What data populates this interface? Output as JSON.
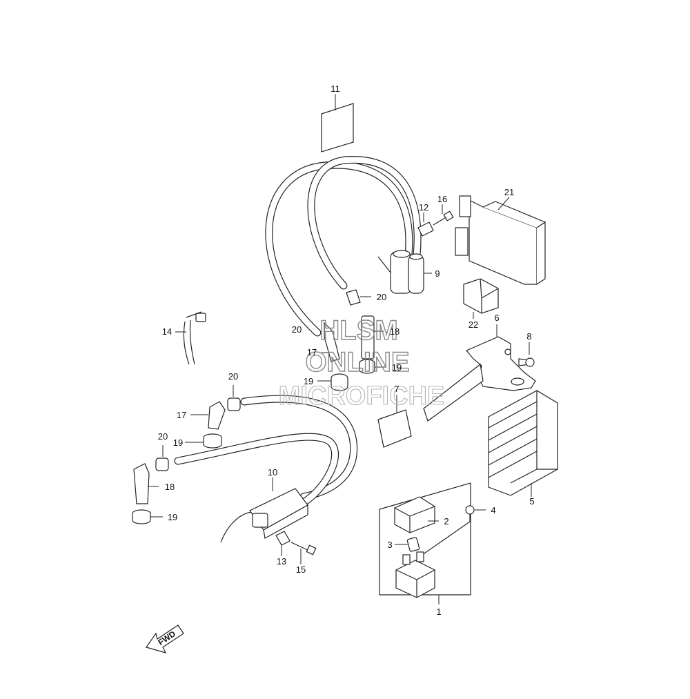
{
  "watermark": {
    "line1": "HLSM",
    "line2": "ONLINE",
    "line3": "MICROFICHE"
  },
  "direction_marker": {
    "text": "FWD"
  },
  "callouts": {
    "p1": "1",
    "p2": "2",
    "p3": "3",
    "p4": "4",
    "p5": "5",
    "p6": "6",
    "p7": "7",
    "p8": "8",
    "p9": "9",
    "p10": "10",
    "p11": "11",
    "p12": "12",
    "p13": "13",
    "p14": "14",
    "p15": "15",
    "p16": "16",
    "p17a": "17",
    "p17b": "17",
    "p18a": "18",
    "p18b": "18",
    "p19a": "19",
    "p19b": "19",
    "p19c": "19",
    "p19d": "19",
    "p20a": "20",
    "p20b": "20",
    "p20c": "20",
    "p20d": "20",
    "p21": "21",
    "p22": "22"
  }
}
